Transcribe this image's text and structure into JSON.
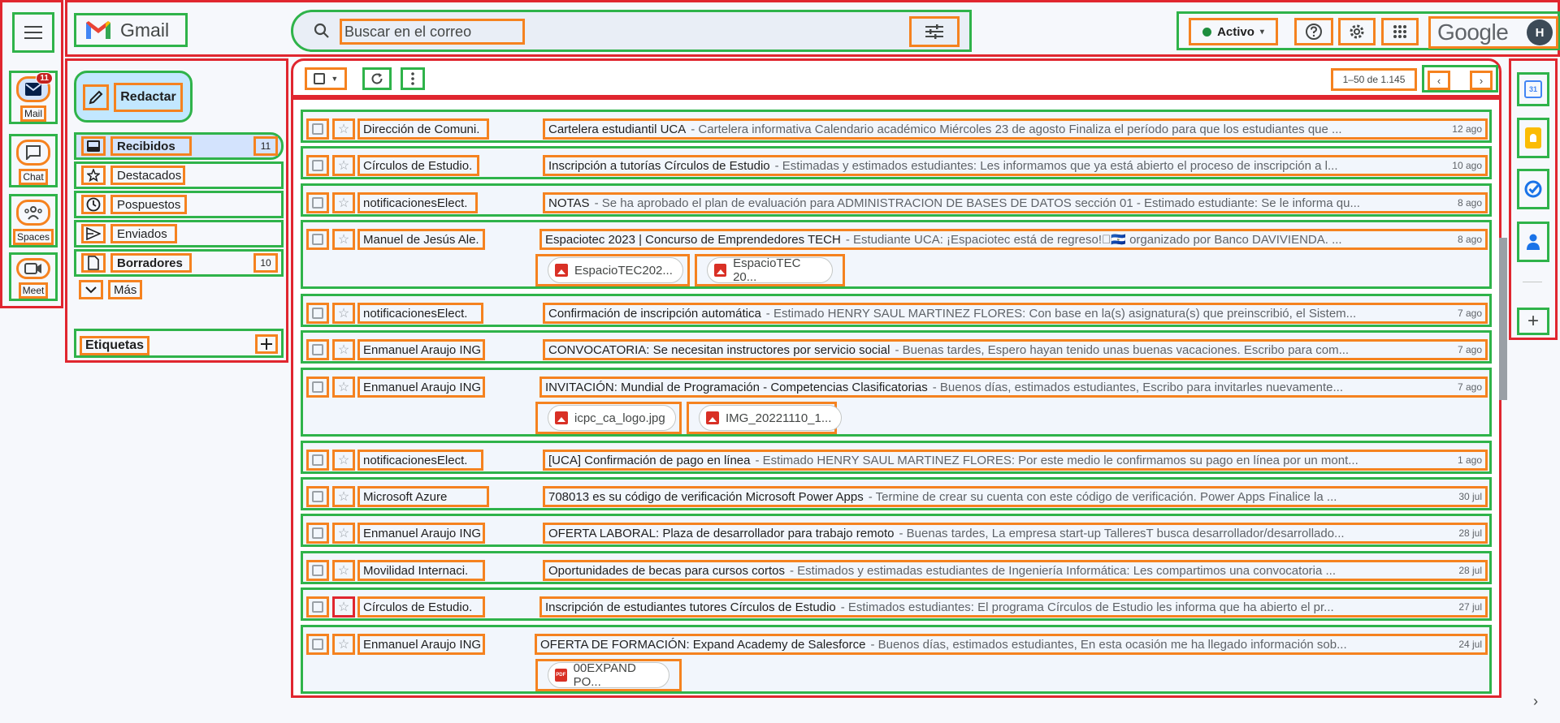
{
  "rail": {
    "items": [
      {
        "label": "Mail",
        "icon": "mail-icon",
        "badge": "11",
        "active": true
      },
      {
        "label": "Chat",
        "icon": "chat-icon"
      },
      {
        "label": "Spaces",
        "icon": "spaces-icon"
      },
      {
        "label": "Meet",
        "icon": "meet-icon"
      }
    ]
  },
  "header": {
    "brand": "Gmail",
    "search_placeholder": "Buscar en el correo",
    "status_label": "Activo",
    "google_wordmark": "Google",
    "avatar_initial": "H"
  },
  "sidebar": {
    "compose_label": "Redactar",
    "items": [
      {
        "label": "Recibidos",
        "count": "11",
        "icon": "inbox-icon"
      },
      {
        "label": "Destacados",
        "icon": "star-icon"
      },
      {
        "label": "Pospuestos",
        "icon": "clock-icon"
      },
      {
        "label": "Enviados",
        "icon": "send-icon"
      },
      {
        "label": "Borradores",
        "count": "10",
        "icon": "draft-icon"
      },
      {
        "label": "Más",
        "icon": "chevron-down-icon"
      }
    ],
    "labels_heading": "Etiquetas"
  },
  "toolbar": {
    "range": "1–50 de 1.145"
  },
  "emails": [
    {
      "sender": "Dirección de Comuni.",
      "subject": "Cartelera estudiantil UCA",
      "snippet": "- Cartelera informativa Calendario académico Miércoles 23 de agosto Finaliza el período para que los estudiantes que ...",
      "date": "12 ago"
    },
    {
      "sender": "Círculos de Estudio.",
      "subject": "Inscripción a tutorías Círculos de Estudio",
      "snippet": "- Estimadas y estimados estudiantes: Les informamos que ya está abierto el proceso de inscripción a l...",
      "date": "10 ago"
    },
    {
      "sender": "notificacionesElect.",
      "subject": "NOTAS",
      "snippet": "- Se ha aprobado el plan de evaluación para ADMINISTRACION DE BASES DE DATOS sección 01 - Estimado estudiante: Se le informa qu...",
      "date": "8 ago"
    },
    {
      "sender": "Manuel de Jesús Ale.",
      "subject": "Espaciotec 2023 | Concurso de Emprendedores TECH",
      "snippet": "- Estudiante UCA: ¡Espaciotec está de regreso!🏻🇸🇻 organizado por Banco DAVIVIENDA. ...",
      "date": "8 ago",
      "attachments": [
        {
          "name": "EspacioTEC202...",
          "type": "image"
        },
        {
          "name": "EspacioTEC 20...",
          "type": "image"
        }
      ]
    },
    {
      "sender": "notificacionesElect.",
      "subject": "Confirmación de inscripción automática",
      "snippet": "- Estimado HENRY SAUL MARTINEZ FLORES: Con base en la(s) asignatura(s) que preinscribió, el Sistem...",
      "date": "7 ago"
    },
    {
      "sender": "Enmanuel Araujo ING",
      "subject": "CONVOCATORIA: Se necesitan instructores por servicio social",
      "snippet": "- Buenas tardes, Espero hayan tenido unas buenas vacaciones. Escribo para com...",
      "date": "7 ago"
    },
    {
      "sender": "Enmanuel Araujo ING",
      "subject": "INVITACIÓN: Mundial de Programación - Competencias Clasificatorias",
      "snippet": "- Buenos días, estimados estudiantes, Escribo para invitarles nuevamente...",
      "date": "7 ago",
      "attachments": [
        {
          "name": "icpc_ca_logo.jpg",
          "type": "image"
        },
        {
          "name": "IMG_20221110_1...",
          "type": "image"
        }
      ]
    },
    {
      "sender": "notificacionesElect.",
      "subject": "[UCA] Confirmación de pago en línea",
      "snippet": "- Estimado HENRY SAUL MARTINEZ FLORES: Por este medio le confirmamos su pago en línea por un mont...",
      "date": "1 ago"
    },
    {
      "sender": "Microsoft Azure",
      "subject": "708013 es su código de verificación Microsoft Power Apps",
      "snippet": "- Termine de crear su cuenta con este código de verificación. Power Apps Finalice la ...",
      "date": "30 jul"
    },
    {
      "sender": "Enmanuel Araujo ING",
      "subject": "OFERTA LABORAL: Plaza de desarrollador para trabajo remoto",
      "snippet": "- Buenas tardes, La empresa start-up TalleresT busca desarrollador/desarrollado...",
      "date": "28 jul"
    },
    {
      "sender": "Movilidad Internaci.",
      "subject": "Oportunidades de becas para cursos cortos",
      "snippet": "- Estimados y estimadas estudiantes de Ingeniería Informática: Les compartimos una convocatoria ...",
      "date": "28 jul"
    },
    {
      "sender": "Círculos de Estudio.",
      "subject": "Inscripción de estudiantes tutores Círculos de Estudio",
      "snippet": "- Estimados estudiantes: El programa Círculos de Estudio les informa que ha abierto el pr...",
      "date": "27 jul"
    },
    {
      "sender": "Enmanuel Araujo ING",
      "subject": "OFERTA DE FORMACIÓN: Expand Academy de Salesforce",
      "snippet": "- Buenos días, estimados estudiantes, En esta ocasión me ha llegado información sob...",
      "date": "24 jul",
      "attachments": [
        {
          "name": "00EXPAND PO...",
          "type": "pdf"
        }
      ]
    }
  ],
  "sidepanel": {
    "calendar_day": "31"
  }
}
